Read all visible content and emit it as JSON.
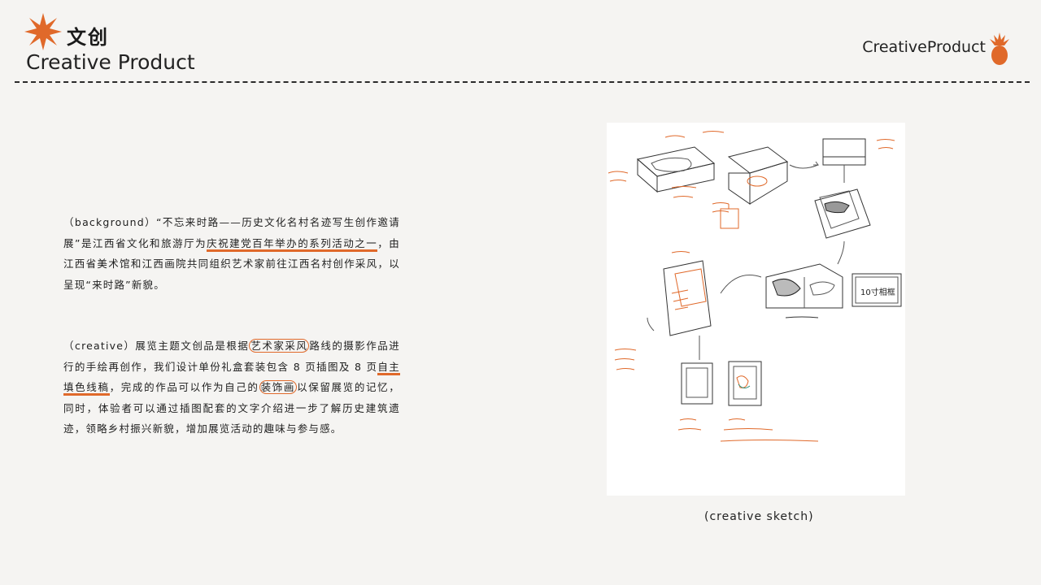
{
  "header": {
    "title_cn": "文创",
    "title_en": "Creative Product",
    "brand": "CreativeProduct"
  },
  "colors": {
    "accent": "#e0692a",
    "background": "#f5f4f2"
  },
  "paragraph1": {
    "a": "（background）“不忘来时路——历史文化名村名迹写生创作邀请展”是江西省文化和旅游厅为",
    "highlight": "庆祝建党百年举办的系列活动之一",
    "b": "，由江西省美术馆和江西画院共同组织艺术家前往江西名村创作采风，以呈现“来时路”新貌。"
  },
  "paragraph2": {
    "a": "（creative）展览主题文创品是根据",
    "circle1": "艺术家采风",
    "b": "路线的摄影作品进行的手绘再创作，我们设计单份礼盒套装包含 8 页插图及 8 页",
    "highlight": "自主填色线稿",
    "c": "，完成的作品可以作为自己的",
    "circle2": "装饰画",
    "d": "以保留展览的记忆，同时，体验者可以通过插图配套的文字介绍进一步了解历史建筑遗迹，领略乡村振兴新貌，增加展览活动的趣味与参与感。"
  },
  "sketch": {
    "label_frame": "10寸相框"
  },
  "caption": "(creative sketch)"
}
